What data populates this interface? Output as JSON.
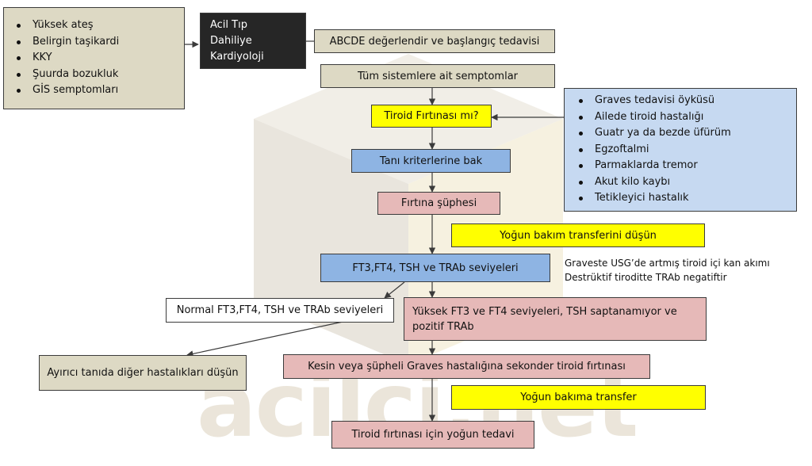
{
  "watermark": {
    "text": "acilci.net"
  },
  "colors": {
    "tan": "#ddd9c4",
    "dark": "#262626",
    "yellow": "#ffff00",
    "blue": "#8eb4e3",
    "light_blue": "#c6d9f1",
    "pink": "#e6b9b8",
    "line": "#3b3b3b"
  },
  "symptoms_box": {
    "items": [
      "Yüksek ateş",
      "Belirgin taşikardi",
      "KKY",
      "Şuurda bozukluk",
      "GİS semptomları"
    ]
  },
  "departments_box": {
    "lines": [
      "Acil Tıp",
      "Dahiliye",
      "Kardiyoloji"
    ]
  },
  "steps": {
    "abcde": "ABCDE değerlendir ve başlangıç tedavisi",
    "all_systems": "Tüm sistemlere ait semptomlar",
    "thyroid_storm_question": "Tiroid Fırtınası mı?",
    "diagnostic_criteria": "Tanı kriterlerine bak",
    "storm_suspicion": "Fırtına şüphesi",
    "icu_transfer_consider": "Yoğun bakım transferini düşün",
    "lab_levels": "FT3,FT4, TSH ve TRAb seviyeleri",
    "normal_levels": "Normal FT3,FT4, TSH ve TRAb seviyeleri",
    "high_levels": "Yüksek FT3 ve FT4 seviyeleri, TSH saptanamıyor ve pozitif TRAb",
    "differential": "Ayırıcı tanıda diğer hastalıkları düşün",
    "graves_storm": "Kesin veya şüpheli Graves hastalığına sekonder tiroid fırtınası",
    "icu_transfer": "Yoğun bakıma transfer",
    "intensive_treatment": "Tiroid fırtınası için yoğun tedavi"
  },
  "history_box": {
    "items": [
      "Graves tedavisi öyküsü",
      "Ailede tiroid hastalığı",
      "Guatr ya da bezde üfürüm",
      "Egzoftalmi",
      "Parmaklarda tremor",
      "Akut kilo kaybı",
      "Tetikleyici hastalık"
    ]
  },
  "notes": {
    "usg": "Graveste USG’de artmış tiroid içi kan akımı",
    "trab": "Destrüktif tiroditte TRAb negatiftir"
  }
}
